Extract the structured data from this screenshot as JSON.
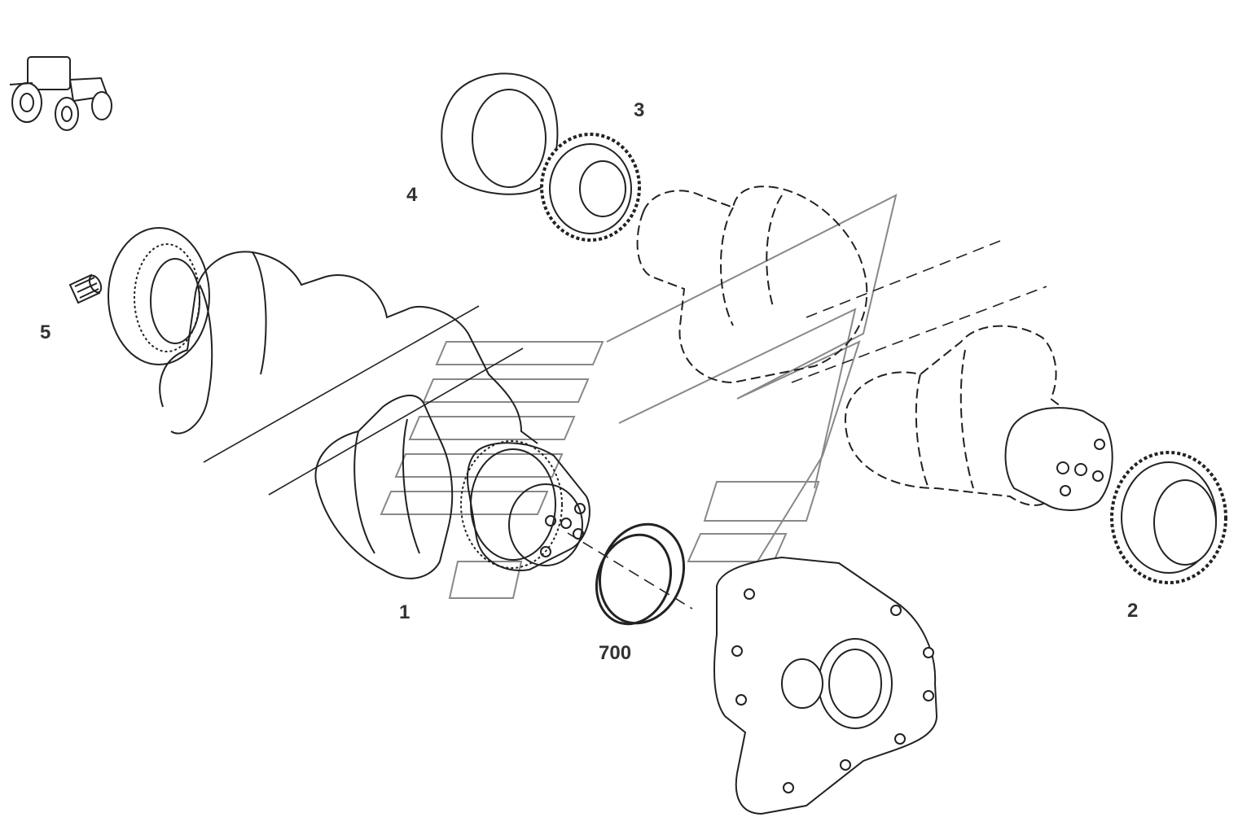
{
  "diagram": {
    "callouts": {
      "crankshaft": "1",
      "timing_gear_right": "2",
      "gear": "3",
      "ring": "4",
      "spring_pin": "5",
      "seal_ring": "700"
    },
    "icons": {
      "vehicle": "tractor-icon",
      "watermark": "brand-watermark"
    },
    "colors": {
      "line": "#222222",
      "label": "#333333",
      "watermark": "#777777",
      "background": "#ffffff"
    }
  }
}
